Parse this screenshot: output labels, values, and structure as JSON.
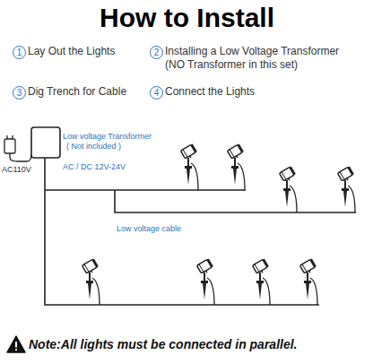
{
  "diagram": {
    "title": "How to Install",
    "labels": [
      "1",
      "Lay Out the Lights",
      "2",
      "Installing a Low Voltage Transformer",
      "(NO Transformer in this set)",
      "3",
      "Dig Trench for Cable",
      "4",
      "Connect the Lights",
      "Low voltage Transformer",
      "( Not included )",
      "AC110V",
      "AC / DC 12V-24V",
      "Low voltage cable",
      "Note:All lights must be connected in parallel."
    ]
  }
}
